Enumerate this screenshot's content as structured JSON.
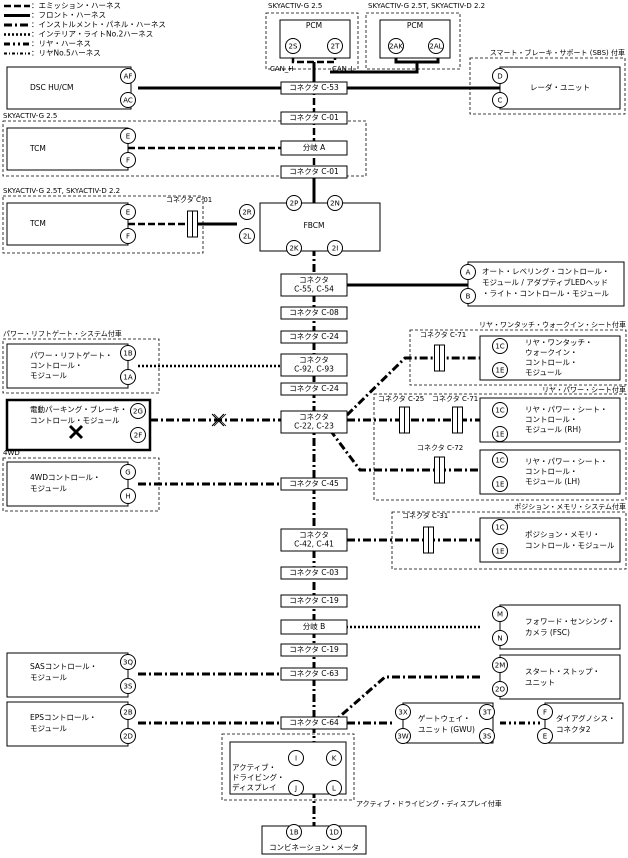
{
  "legend": [
    {
      "label": "：エミッション・ハーネス",
      "style": "emission"
    },
    {
      "label": "：フロント・ハーネス",
      "style": "front"
    },
    {
      "label": "：インストルメント・パネル・ハーネス",
      "style": "instrument"
    },
    {
      "label": "：インテリア・ライトNo.2ハーネス",
      "style": "interior"
    },
    {
      "label": "：リヤ・ハーネス",
      "style": "rear"
    },
    {
      "label": "：リヤNo.5ハーネス",
      "style": "rear5"
    }
  ],
  "groups": {
    "pcm1": "SKYACTIV-G 2.5",
    "pcm2": "SKYACTIV-G 2.5T, SKYACTIV-D 2.2",
    "sbs": "スマート・ブレーキ・サポート (SBS) 付車",
    "tcm1": "SKYACTIV-G 2.5",
    "tcm2": "SKYACTIV-G 2.5T, SKYACTIV-D 2.2",
    "liftgate": "パワー・リフトゲート・システム付車",
    "walkin": "リヤ・ワンタッチ・ウォークイン・シート付車",
    "rearseat": "リヤ・パワー・シート付車",
    "awd": "4WD",
    "memory": "ポジション・メモリ・システム付車",
    "display": "アクティブ・ドライビング・ディスプレイ付車"
  },
  "modules": {
    "pcm": "PCM",
    "dsc": "DSC HU/CM",
    "radar": "レーダ・ユニット",
    "tcm": "TCM",
    "fbcm": "FBCM",
    "headlight": [
      "オート・レベリング・コントロール・",
      "モジュール / アダプティブLEDヘッド",
      "・ライト・コントロール・モジュール"
    ],
    "liftgate": [
      "パワー・リフトゲート・",
      "コントロール・",
      "モジュール"
    ],
    "walkin": [
      "リヤ・ワンタッチ・",
      "ウォークイン・",
      "コントロール・",
      "モジュール"
    ],
    "epb": [
      "電動パーキング・ブレーキ・",
      "コントロール・モジュール"
    ],
    "seat_rh": [
      "リヤ・パワー・シート・",
      "コントロール・",
      "モジュール (RH)"
    ],
    "seat_lh": [
      "リヤ・パワー・シート・",
      "コントロール・",
      "モジュール (LH)"
    ],
    "awd": [
      "4WDコントロール・",
      "モジュール"
    ],
    "memory": [
      "ポジション・メモリ・",
      "コントロール・モジュール"
    ],
    "fsc": [
      "フォワード・センシング・",
      "カメラ (FSC)"
    ],
    "sas": [
      "SASコントロール・",
      "モジュール"
    ],
    "start_stop": [
      "スタート・ストップ・",
      "ユニット"
    ],
    "eps": [
      "EPSコントロール・",
      "モジュール"
    ],
    "gateway": [
      "ゲートウェイ・",
      "ユニット (GWU)"
    ],
    "dlc2": [
      "ダイアグノシス・",
      "コネクタ2"
    ],
    "display": [
      "アクティブ・",
      "ドライビング・",
      "ディスプレイ"
    ],
    "meter": "コンビネーション・メータ"
  },
  "pins": {
    "pcm1_a": "2S",
    "pcm1_b": "2T",
    "pcm2_a": "2AK",
    "pcm2_b": "2AL",
    "dsc_a": "AF",
    "dsc_b": "AC",
    "radar_a": "D",
    "radar_b": "C",
    "tcm1_a": "E",
    "tcm1_b": "F",
    "tcm2_a": "E",
    "tcm2_b": "F",
    "tcm2_c": "2R",
    "tcm2_d": "2L",
    "fbcm_a": "2P",
    "fbcm_b": "2N",
    "fbcm_c": "2K",
    "fbcm_d": "2I",
    "head_a": "A",
    "head_b": "B",
    "lift_a": "1B",
    "lift_b": "1A",
    "walk_a": "1C",
    "walk_b": "1E",
    "epb_a": "2G",
    "epb_b": "2F",
    "rh_a": "1C",
    "rh_b": "1E",
    "lh_a": "1C",
    "lh_b": "1E",
    "awd_a": "G",
    "awd_b": "H",
    "mem_a": "1C",
    "mem_b": "1E",
    "fsc_a": "M",
    "fsc_b": "N",
    "sas_a": "3Q",
    "sas_b": "3S",
    "ss_a": "2M",
    "ss_b": "2O",
    "eps_a": "2B",
    "eps_b": "2D",
    "gw_a": "3X",
    "gw_b": "3W",
    "gw_c": "3T",
    "gw_d": "3S",
    "dlc_a": "F",
    "dlc_b": "E",
    "disp_a": "I",
    "disp_b": "K",
    "disp_c": "J",
    "disp_d": "L",
    "meter_a": "1B",
    "meter_b": "1D"
  },
  "connectors": {
    "c53": "コネクタ C-53",
    "c01a": "コネクタ C-01",
    "branch_a": "分岐 A",
    "c01b": "コネクタ C-01",
    "c01_tcm": "コネクタ C-01",
    "c55": [
      "コネクタ",
      "C-55, C-54"
    ],
    "c08": "コネクタ C-08",
    "c24a": "コネクタ C-24",
    "c92": [
      "コネクタ",
      "C-92, C-93"
    ],
    "c24b": "コネクタ C-24",
    "c22": [
      "コネクタ",
      "C-22, C-23"
    ],
    "c71a": "コネクタ C-71",
    "c25": "コネクタ C-25",
    "c71b": "コネクタ C-71",
    "c72": "コネクタ C-72",
    "c45": "コネクタ C-45",
    "c31": "コネクタ C-31",
    "c42": [
      "コネクタ",
      "C-42, C-41"
    ],
    "c03": "コネクタ C-03",
    "c19a": "コネクタ C-19",
    "branch_b": "分岐 B",
    "c19b": "コネクタ C-19",
    "c63": "コネクタ C-63",
    "c64": "コネクタ C-64"
  },
  "can": {
    "h": "CAN_H",
    "l": "CAN_L"
  }
}
